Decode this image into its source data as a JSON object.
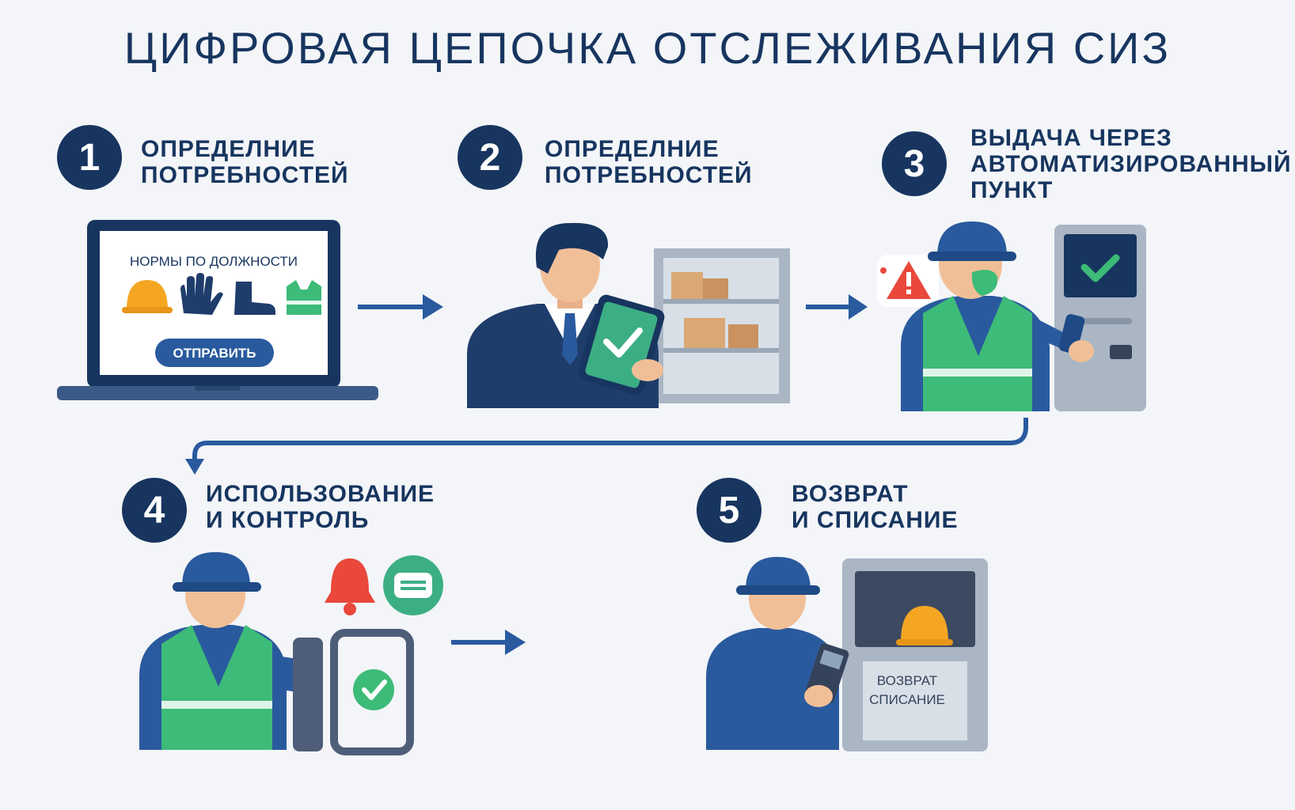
{
  "title": "ЦИФРОВАЯ ЦЕПОЧКА ОТСЛЕЖИВАНИЯ СИЗ",
  "steps": [
    {
      "number": "1",
      "title_lines": [
        "ОПРЕДЕЛНИЕ",
        "ПОТРЕБНОСТЕЙ"
      ]
    },
    {
      "number": "2",
      "title_lines": [
        "ОПРЕДЕЛНИЕ",
        "ПОТРЕБНОСТЕЙ"
      ]
    },
    {
      "number": "3",
      "title_lines": [
        "ВЫДАЧА ЧЕРЕЗ",
        "АВТОМАТИЗИРОВАННЫЙ",
        "ПУНКТ"
      ]
    },
    {
      "number": "4",
      "title_lines": [
        "ИСПОЛЬЗОВАНИЕ",
        "И КОНТРОЛЬ"
      ]
    },
    {
      "number": "5",
      "title_lines": [
        "ВОЗВРАТ",
        "И СПИСАНИЕ"
      ]
    }
  ],
  "laptop": {
    "heading": "НОРМЫ ПО ДОЛЖНОСТИ",
    "button": "ОТПРАВИТЬ"
  },
  "return_machine": {
    "line1": "ВОЗВРАТ",
    "line2": "СПИСАНИЕ"
  },
  "colors": {
    "navy": "#17355f",
    "blue": "#2a5a9e",
    "green": "#3dbb78",
    "orange": "#f4a623",
    "red": "#e9483b"
  },
  "icons": [
    "helmet-icon",
    "glove-icon",
    "boot-icon",
    "vest-icon",
    "check-icon",
    "warning-icon",
    "bell-icon",
    "mask-icon",
    "arrow-right-icon"
  ]
}
